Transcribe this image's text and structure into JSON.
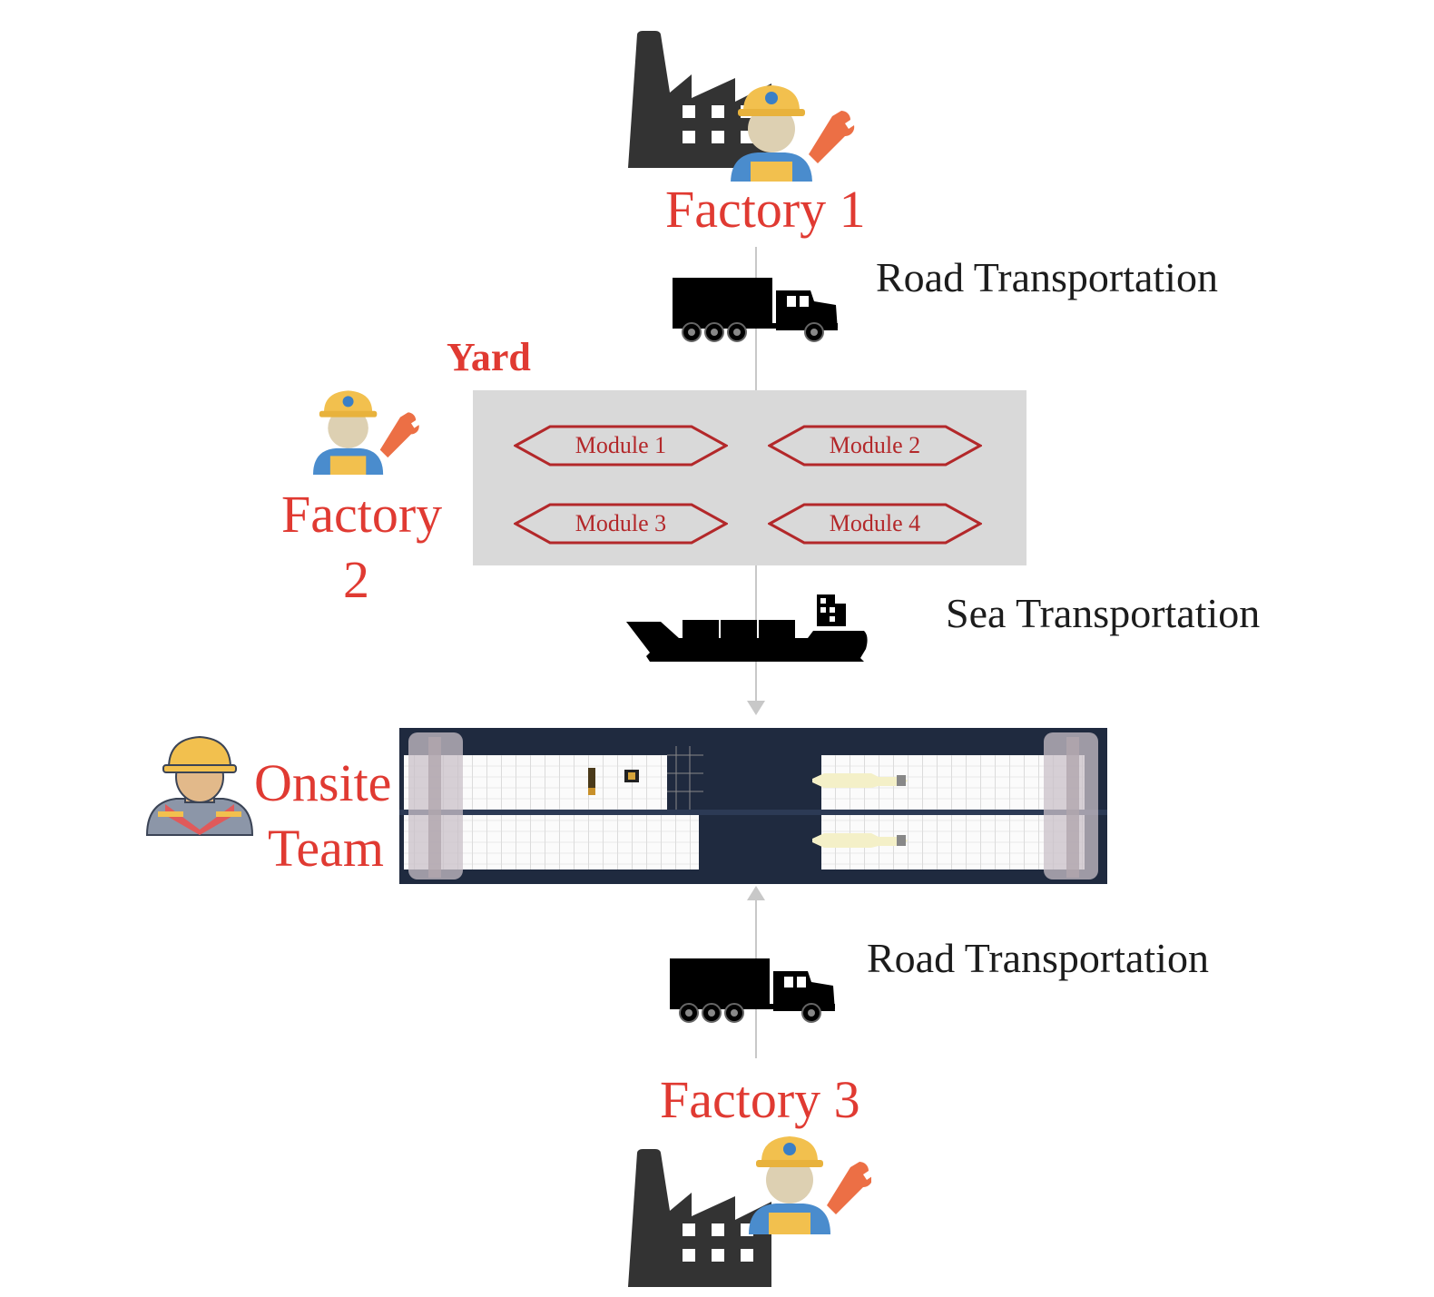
{
  "diagram": {
    "factory1": {
      "label": "Factory 1",
      "icon": "factory-worker-icon"
    },
    "road_top": {
      "label": "Road Transportation",
      "icon": "truck-icon"
    },
    "yard": {
      "title": "Yard",
      "modules": [
        "Module 1",
        "Module 2",
        "Module 3",
        "Module 4"
      ]
    },
    "factory2": {
      "label_line1": "Factory",
      "label_line2": "2",
      "icon": "worker-icon"
    },
    "sea": {
      "label": "Sea Transportation",
      "icon": "cargo-ship-icon"
    },
    "onsite": {
      "label_line1": "Onsite",
      "label_line2": "Team",
      "icon": "safety-worker-icon"
    },
    "road_bottom": {
      "label": "Road Transportation",
      "icon": "truck-icon"
    },
    "factory3": {
      "label": "Factory 3",
      "icon": "factory-worker-icon"
    },
    "colors": {
      "label_red": "#e03a32",
      "module_red": "#b3282a",
      "yard_gray": "#d9d9d9",
      "site_navy": "#1f2a3f"
    }
  }
}
